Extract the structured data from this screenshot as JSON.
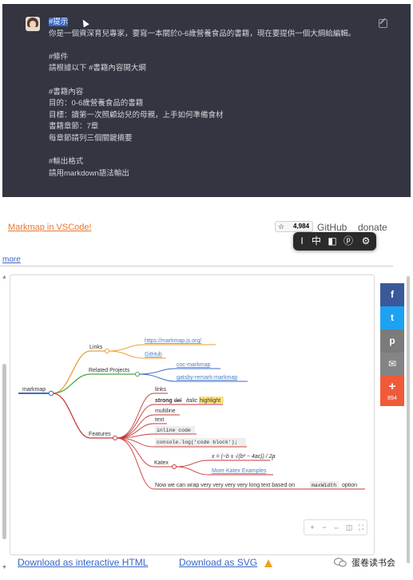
{
  "prompt": {
    "tag": "#提示",
    "lines": [
      "你是一個資深育兒專家，要寫一本關於0-6歲營養食品的書籍，現在要提供一個大綱給編輯。",
      "",
      "#條件",
      "請根據以下 #書籍內容開大綱",
      "",
      "#書籍內容",
      "目的：0-6歲營養食品的書籍",
      "目標：讀第一次照顧幼兒的母親，上手如何準備食材",
      "書籍章節：7章",
      "每章節請列三個關鍵摘要",
      "",
      "#輸出格式",
      "請用markdown語法輸出"
    ]
  },
  "header": {
    "vscode_link": "Markmap in VSCode!",
    "star_count": "4,984",
    "github": "GitHub",
    "donate": "donate",
    "more": "more"
  },
  "toolbar": {
    "items": [
      "I",
      "中",
      "◧",
      "ⓟ",
      "⚙"
    ]
  },
  "mindmap": {
    "root": "markmap",
    "links_label": "Links",
    "link1": "https://markmap.js.org/",
    "link2": "GitHub",
    "related_label": "Related Projects",
    "rel1": "coc-markmap",
    "rel2": "gatsby-remark-markmap",
    "features_label": "Features",
    "f_links": "links",
    "f_strong": "strong",
    "f_del": "del",
    "f_italic": "italic",
    "f_highlight": "highlight",
    "f_multiline": "multiline",
    "f_text": "text",
    "f_inline_code": "inline code",
    "f_code_block": "console.log('code block');",
    "katex_label": "Katex",
    "katex_formula": "x = (−b ± √(b² − 4ac)) / 2a",
    "katex_more": "More Katex Examples",
    "wrap_text_a": "Now we can wrap very very very very long text based on",
    "wrap_code": "maxWidth",
    "wrap_text_b": "option"
  },
  "share": {
    "items": [
      "f",
      "t",
      "p",
      "✉",
      "+"
    ],
    "count": "894",
    "colors": [
      "#3b5998",
      "#1da1f2",
      "#7b7b7b",
      "#848484",
      "#f05a3a"
    ]
  },
  "footer": {
    "download_html": "Download as interactive HTML",
    "download_svg": "Download as SVG",
    "watermark": "蛋卷读书会"
  }
}
